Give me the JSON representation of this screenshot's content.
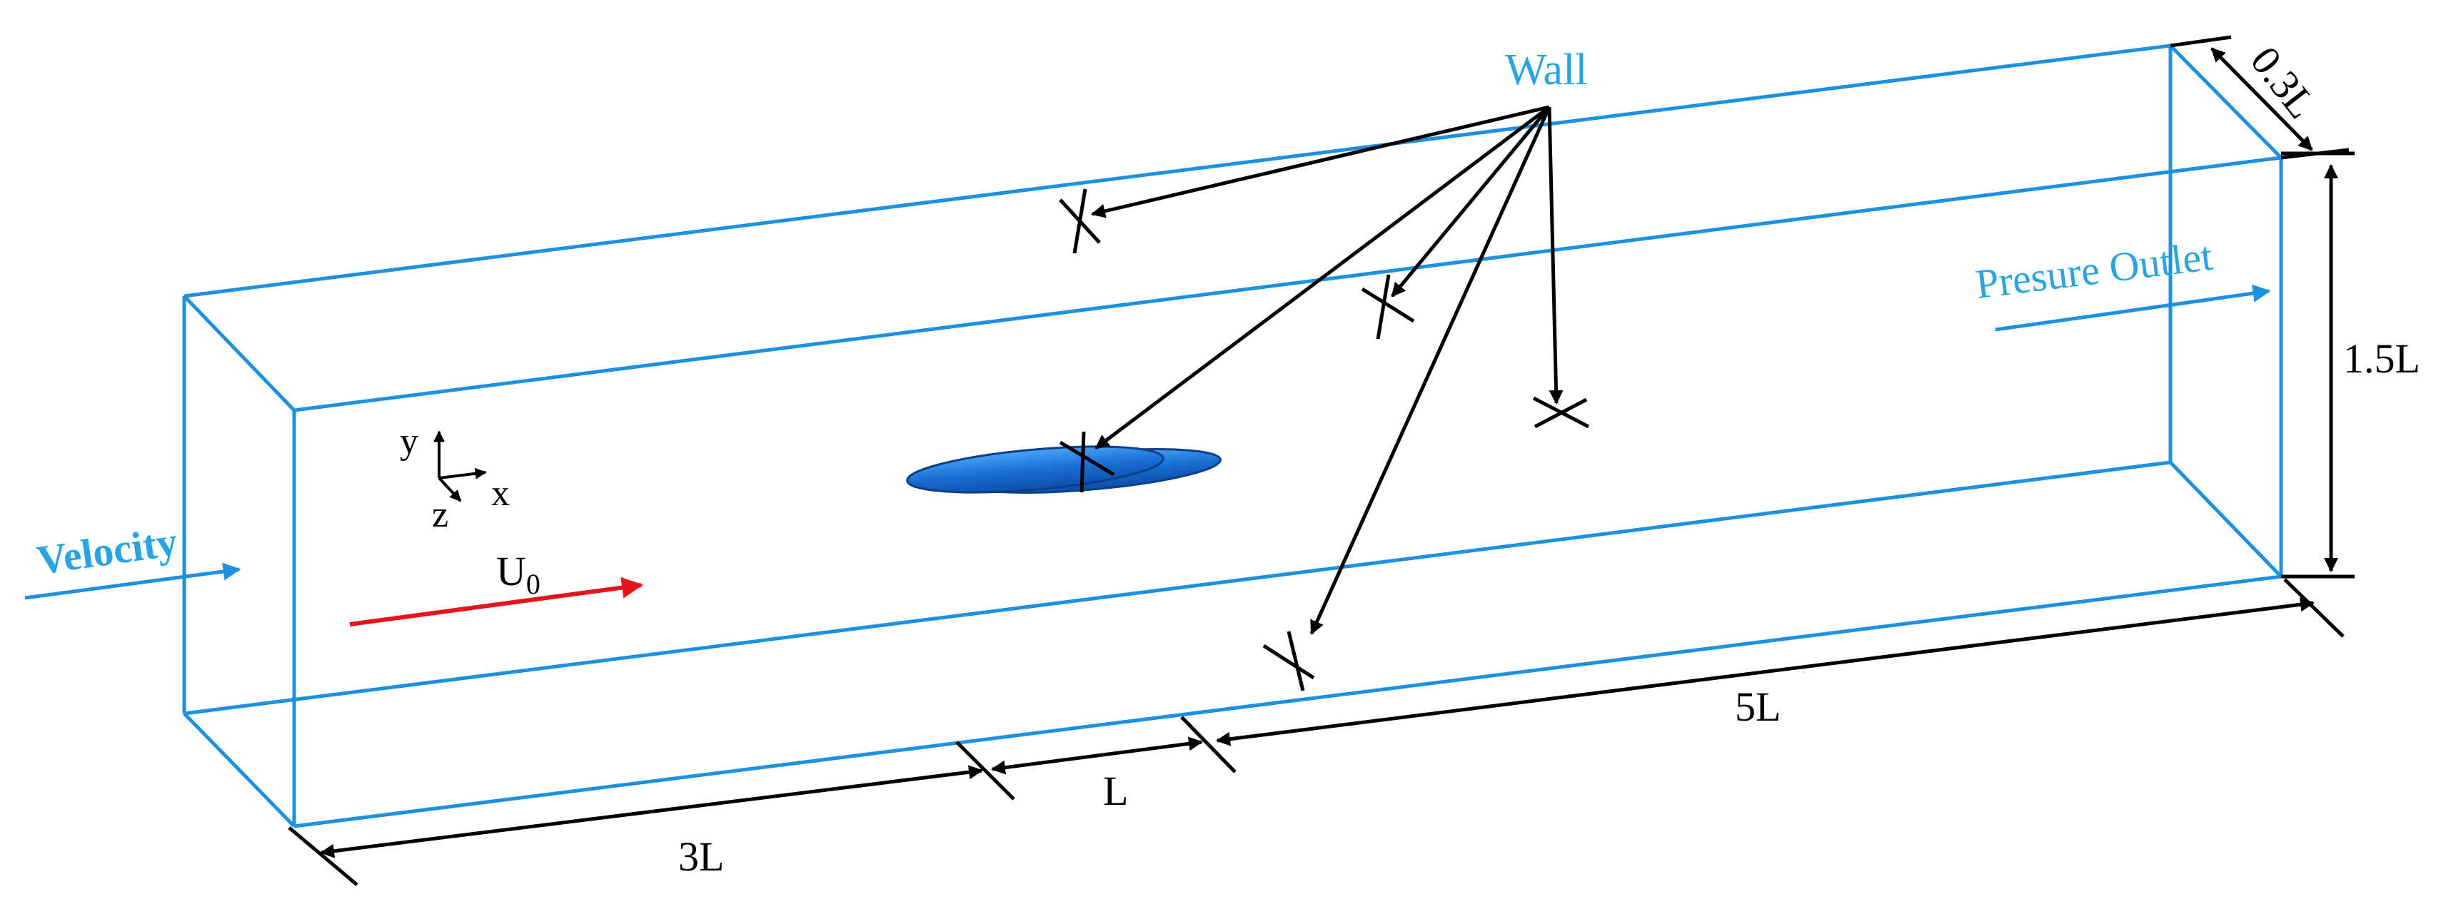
{
  "labels": {
    "wall": "Wall",
    "velocity": "Velocity",
    "pressure_outlet": "Presure Outlet",
    "u0_main": "U",
    "u0_sub": "0",
    "axis_x": "x",
    "axis_y": "y",
    "axis_z": "z",
    "dim_3L": "3L",
    "dim_L": "L",
    "dim_5L": "5L",
    "dim_1_5L": "1.5L",
    "dim_0_3L": "0.3L"
  },
  "colors": {
    "domain_edge": "#1e90e0",
    "boundary_label": "#29a4e0",
    "freestream_arrow": "#e8141b",
    "dimension": "#000000",
    "hydrofoil": "#1a6fd6"
  }
}
